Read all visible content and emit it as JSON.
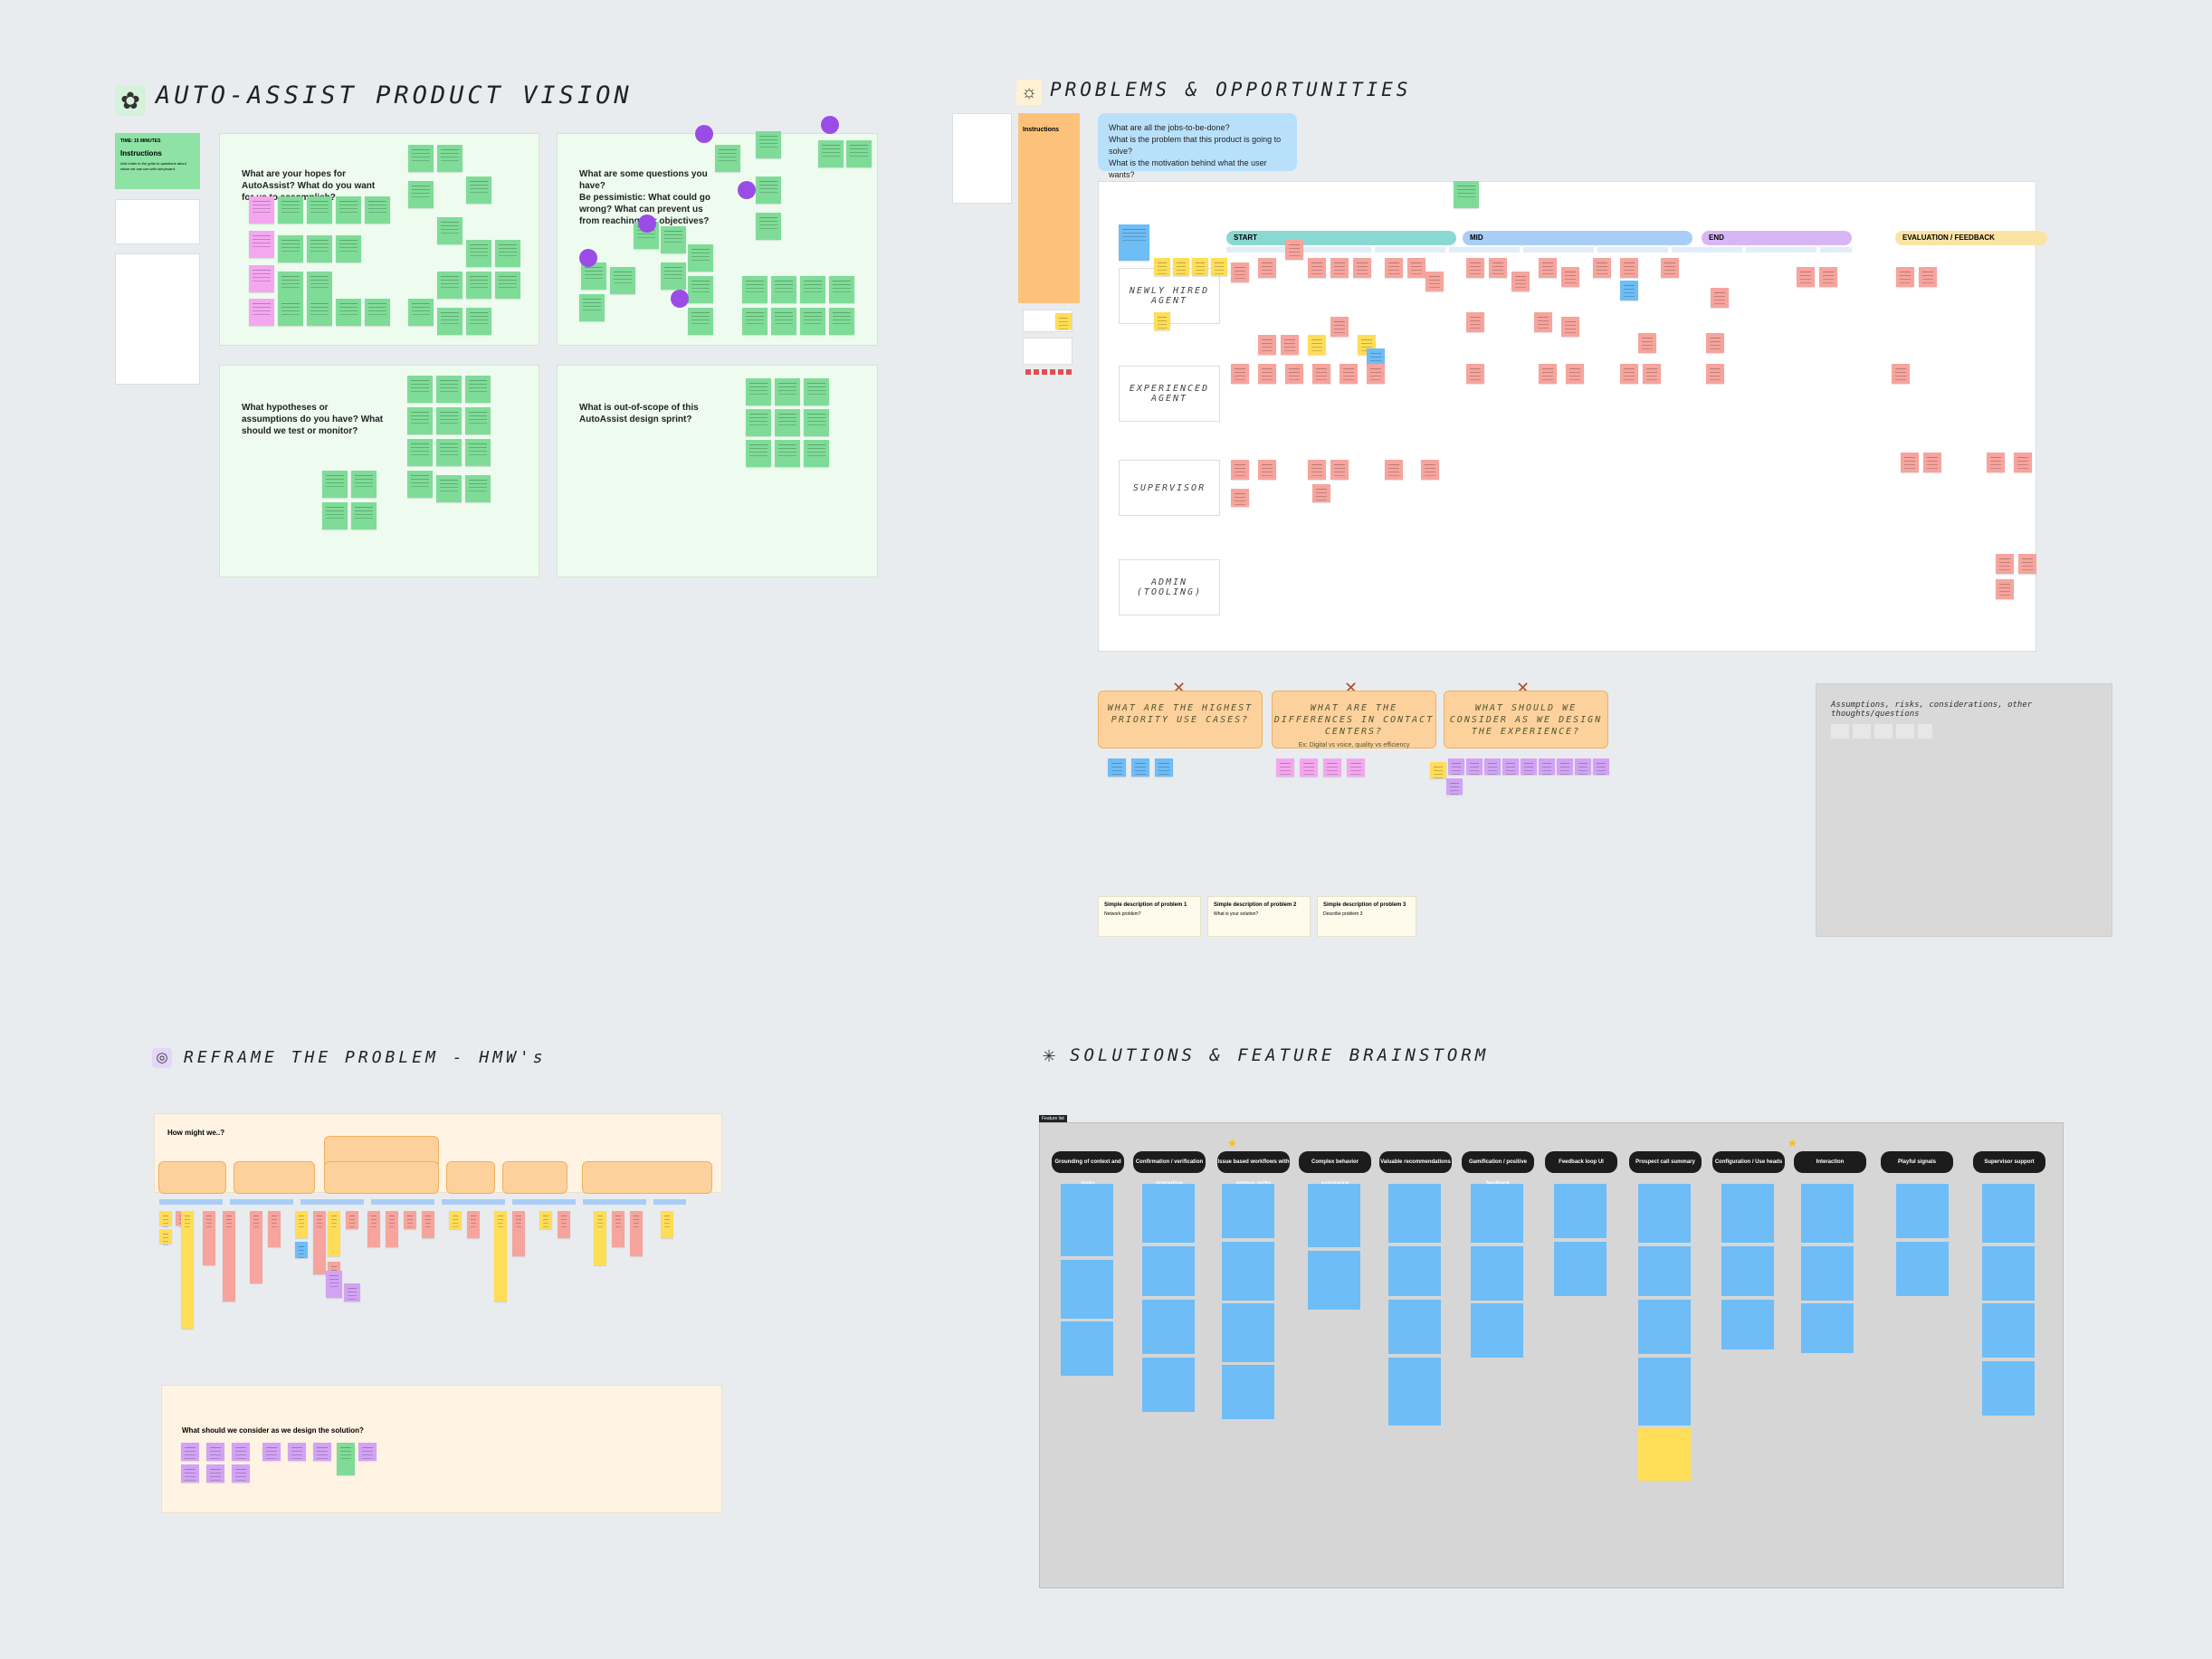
{
  "sections": {
    "vision": {
      "title": "AUTO-ASSIST PRODUCT VISION",
      "instructions": {
        "label": "TIME: 15 MINUTES",
        "heading": "Instructions",
        "body": "Add notes to the grids to questions about vision we can use with storyboard."
      },
      "questions": [
        "What are your hopes for AutoAssist? What do you want for us to accomplish?",
        "What are some questions you have?",
        "Be pessimistic: What could go wrong? What can prevent us from reaching our objectives?",
        "What hypotheses or assumptions do you have? What should we test or monitor?",
        "What is out-of-scope of this AutoAssist design sprint?"
      ]
    },
    "problems": {
      "title": "PROBLEMS & OPPORTUNITIES",
      "instructions_heading": "Instructions",
      "bullets": [
        "What are all the jobs-to-be-done?",
        "What is the problem that this product is going to solve?",
        "What is the motivation behind what the user wants?"
      ],
      "stages": [
        "START",
        "MID",
        "END",
        "EVALUATION / FEEDBACK"
      ],
      "lanes": [
        "NEWLY HIRED AGENT",
        "EXPERIENCED AGENT",
        "SUPERVISOR",
        "ADMIN (TOOLING)"
      ],
      "prompts": [
        {
          "text": "WHAT ARE THE HIGHEST PRIORITY USE CASES?",
          "sub": ""
        },
        {
          "text": "WHAT ARE THE DIFFERENCES IN CONTACT CENTERS?",
          "sub": "Ex: Digital vs voice, quality vs efficiency"
        },
        {
          "text": "WHAT SHOULD WE CONSIDER AS WE DESIGN THE EXPERIENCE?",
          "sub": ""
        }
      ],
      "problem_cards": [
        {
          "title": "Simple description of problem 1",
          "sub": "Network problem?"
        },
        {
          "title": "Simple description of problem 2",
          "sub": "What is your solution?"
        },
        {
          "title": "Simple description of problem 3",
          "sub": "Describe problem 3"
        }
      ],
      "assumptions": "Assumptions, risks, considerations, other thoughts/questions"
    },
    "reframe": {
      "title": "REFRAME THE PROBLEM - HMW's",
      "hmw_heading": "How might we..?",
      "solution_heading": "What should we consider as we design the solution?"
    },
    "solutions": {
      "title": "SOLUTIONS & FEATURE BRAINSTORM",
      "frame_label": "Feature list",
      "columns": [
        "Grounding of context and tasks",
        "Confirmation / verification procedure",
        "Issue based workflows with various paths",
        "Complex behavior assistance",
        "Valuable recommendations",
        "Gamification / positive feedback",
        "Feedback loop UI",
        "Prospect call summary",
        "Configuration / Use heads",
        "Interaction",
        "Playful signals",
        "Supervisor support"
      ]
    }
  },
  "colors": {
    "canvas": "#e9ecef",
    "mint": "#eefcef",
    "green_note": "#7fdc98",
    "pink_note": "#f4a7ef",
    "red_note": "#f6a49d",
    "blue_note": "#6ebdf7",
    "yellow_note": "#ffdd57",
    "purple_note": "#d2a3f5"
  }
}
